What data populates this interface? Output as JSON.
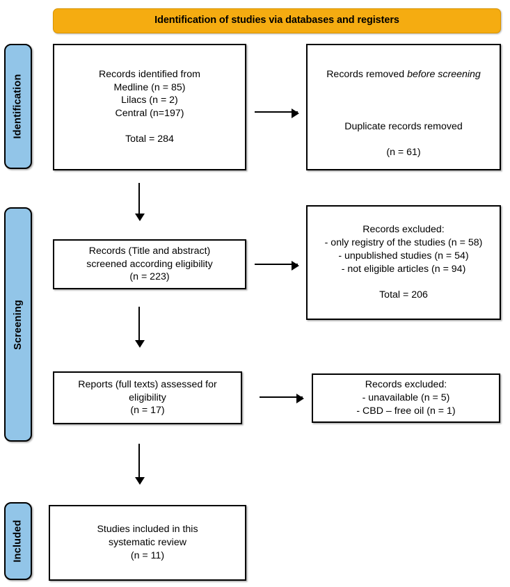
{
  "diagram": {
    "type": "prisma-flow-diagram",
    "banner": {
      "label": "Identification of studies via databases and registers",
      "color": "#f5ac11"
    },
    "stage_color": "#92c5e8",
    "stages": [
      {
        "key": "identification",
        "label": "Identification"
      },
      {
        "key": "screening",
        "label": "Screening"
      },
      {
        "key": "included",
        "label": "Included"
      }
    ],
    "boxes": {
      "records_identified": {
        "line1": "Records identified from",
        "line2": "Medline (n = 85)",
        "line3": "Lilacs (n = 2)",
        "line4": "Central (n=197)",
        "line5": "Total = 284",
        "text": "Records identified from\nMedline (n = 85)\nLilacs (n = 2)\nCentral (n=197)\n\nTotal = 284"
      },
      "records_removed": {
        "line1_a": "Records removed ",
        "line1_b": "before screening",
        "line2": "Duplicate records removed",
        "line3": "(n = 61)"
      },
      "records_screened": {
        "text": "Records (Title and abstract)\nscreened according eligibility\n(n = 223)"
      },
      "records_excluded_screening": {
        "text": "Records excluded:\n- only registry of the studies (n = 58)\n- unpublished studies (n = 54)\n- not eligible articles (n = 94)\n\nTotal = 206"
      },
      "reports_assessed": {
        "text": "Reports (full texts) assessed for\neligibility\n(n = 17)"
      },
      "records_excluded_eligibility": {
        "text": "Records excluded:\n- unavailable (n = 5)\n- CBD – free oil (n = 1)"
      },
      "studies_included": {
        "text": "Studies included in this\nsystematic review\n(n = 11)"
      }
    },
    "arrows": [
      {
        "key": "identified-to-removed",
        "direction": "right"
      },
      {
        "key": "identified-to-screened",
        "direction": "down"
      },
      {
        "key": "screened-to-excluded",
        "direction": "right"
      },
      {
        "key": "screened-to-reports",
        "direction": "down"
      },
      {
        "key": "reports-to-excluded",
        "direction": "right"
      },
      {
        "key": "reports-to-included",
        "direction": "down"
      }
    ]
  }
}
